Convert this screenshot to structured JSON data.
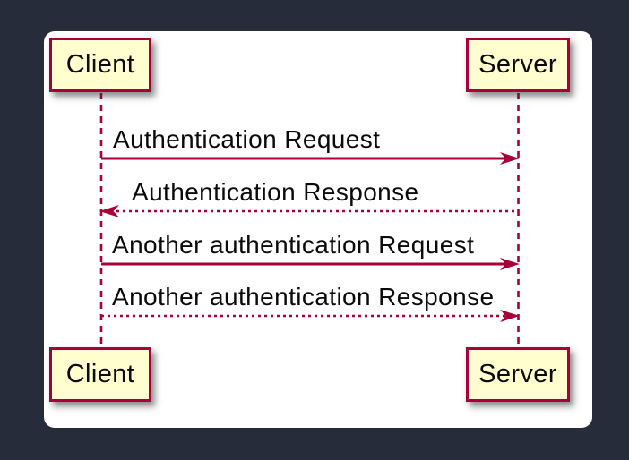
{
  "diagram": {
    "type": "sequence",
    "participants": [
      {
        "id": "client",
        "label": "Client"
      },
      {
        "id": "server",
        "label": "Server"
      }
    ],
    "messages": [
      {
        "from": "Client",
        "to": "Server",
        "label": "Authentication Request",
        "line": "solid",
        "arrow_direction": "right"
      },
      {
        "from": "Server",
        "to": "Client",
        "label": "Authentication Response",
        "line": "dotted",
        "arrow_direction": "left"
      },
      {
        "from": "Client",
        "to": "Server",
        "label": "Another authentication Request",
        "line": "solid",
        "arrow_direction": "right"
      },
      {
        "from": "Client",
        "to": "Server",
        "label": "Another authentication Response",
        "line": "dotted",
        "arrow_direction": "right"
      }
    ],
    "colors": {
      "accent": "#A80036",
      "participant_fill": "#FEFECE",
      "panel_bg": "#FFFFFF",
      "page_bg": "#272C3A",
      "text": "#0a0a0a"
    }
  }
}
